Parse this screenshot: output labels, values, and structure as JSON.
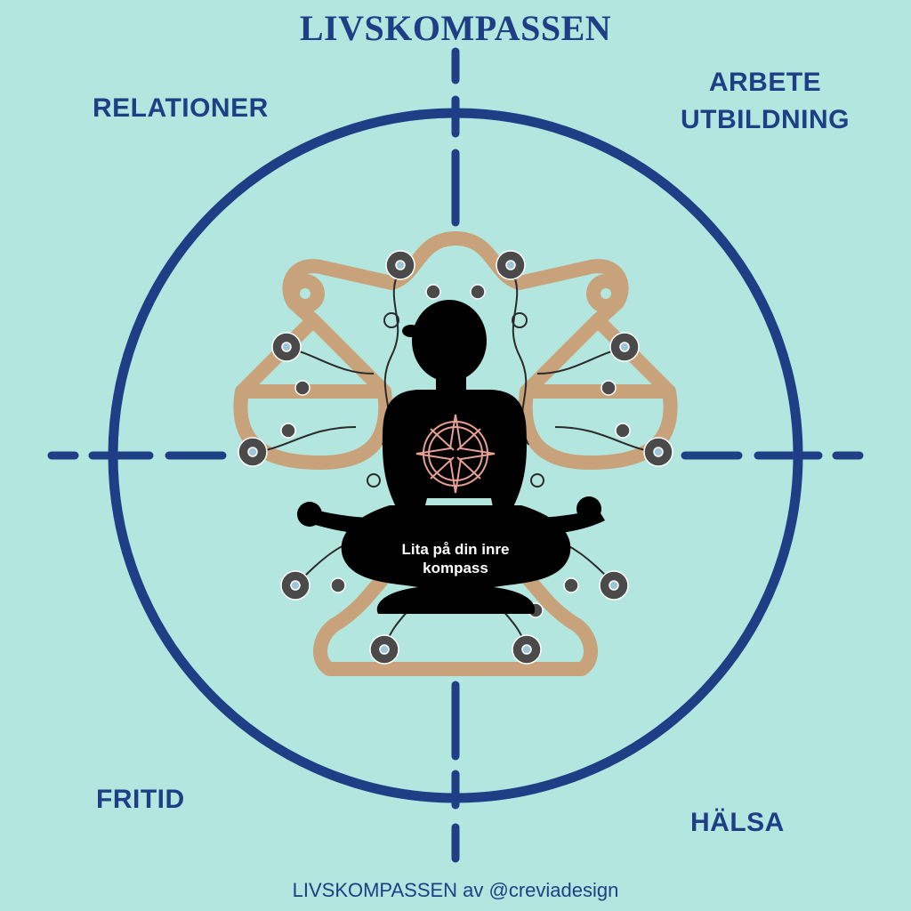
{
  "title": "LIVSKOMPASSEN",
  "quadrants": {
    "top_left": "RELATIONER",
    "top_right_line1": "ARBETE",
    "top_right_line2": "UTBILDNING",
    "bottom_left": "FRITID",
    "bottom_right": "HÄLSA"
  },
  "center_text": {
    "line1": "Lita på din inre",
    "line2": "kompass"
  },
  "footer": "LIVSKOMPASSEN av @creviadesign",
  "colors": {
    "background": "#b2e6de",
    "navy": "#1e3f86",
    "tan": "#c8a27a",
    "silhouette": "#000000",
    "compass_rose": "#e7a093",
    "flower_fill": "#4a4a4a"
  },
  "icons": [
    "compass-rose-icon",
    "flower-icon",
    "meditating-figure-icon",
    "balance-scale-icon"
  ]
}
